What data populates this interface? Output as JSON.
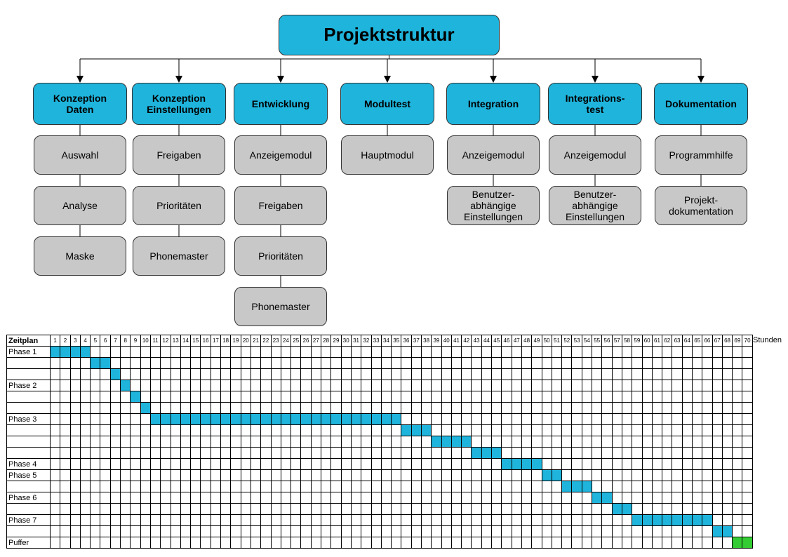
{
  "root": "Projektstruktur",
  "branches": [
    {
      "title": "Konzeption\nDaten",
      "items": [
        "Auswahl",
        "Analyse",
        "Maske"
      ]
    },
    {
      "title": "Konzeption\nEinstellungen",
      "items": [
        "Freigaben",
        "Prioritäten",
        "Phonemaster"
      ]
    },
    {
      "title": "Entwicklung",
      "items": [
        "Anzeigemodul",
        "Freigaben",
        "Prioritäten",
        "Phonemaster"
      ]
    },
    {
      "title": "Modultest",
      "items": [
        "Hauptmodul"
      ]
    },
    {
      "title": "Integration",
      "items": [
        "Anzeigemodul",
        "Benutzer-\nabhängige\nEinstellungen"
      ]
    },
    {
      "title": "Integrations-\ntest",
      "items": [
        "Anzeigemodul",
        "Benutzer-\nabhängige\nEinstellungen"
      ]
    },
    {
      "title": "Dokumentation",
      "items": [
        "Programmhilfe",
        "Projekt-\ndokumentation"
      ]
    }
  ],
  "gantt": {
    "header_label": "Zeitplan",
    "unit": "Stunden",
    "hours": 70,
    "colors": {
      "task": "#1fb4dc",
      "buffer": "#33cc33"
    },
    "rows": [
      {
        "label": "Phase 1",
        "start": 1,
        "end": 4
      },
      {
        "label": "",
        "start": 5,
        "end": 6
      },
      {
        "label": "",
        "start": 7,
        "end": 7
      },
      {
        "label": "Phase 2",
        "start": 8,
        "end": 8
      },
      {
        "label": "",
        "start": 9,
        "end": 9
      },
      {
        "label": "",
        "start": 10,
        "end": 10
      },
      {
        "label": "Phase 3",
        "start": 11,
        "end": 35
      },
      {
        "label": "",
        "start": 36,
        "end": 38
      },
      {
        "label": "",
        "start": 39,
        "end": 42
      },
      {
        "label": "",
        "start": 43,
        "end": 45
      },
      {
        "label": "Phase 4",
        "start": 46,
        "end": 49
      },
      {
        "label": "Phase 5",
        "start": 50,
        "end": 51
      },
      {
        "label": "",
        "start": 52,
        "end": 54
      },
      {
        "label": "Phase 6",
        "start": 55,
        "end": 56
      },
      {
        "label": "",
        "start": 57,
        "end": 58
      },
      {
        "label": "Phase 7",
        "start": 59,
        "end": 66
      },
      {
        "label": "",
        "start": 67,
        "end": 68
      },
      {
        "label": "Puffer",
        "start": 69,
        "end": 70,
        "buffer": true
      }
    ]
  }
}
